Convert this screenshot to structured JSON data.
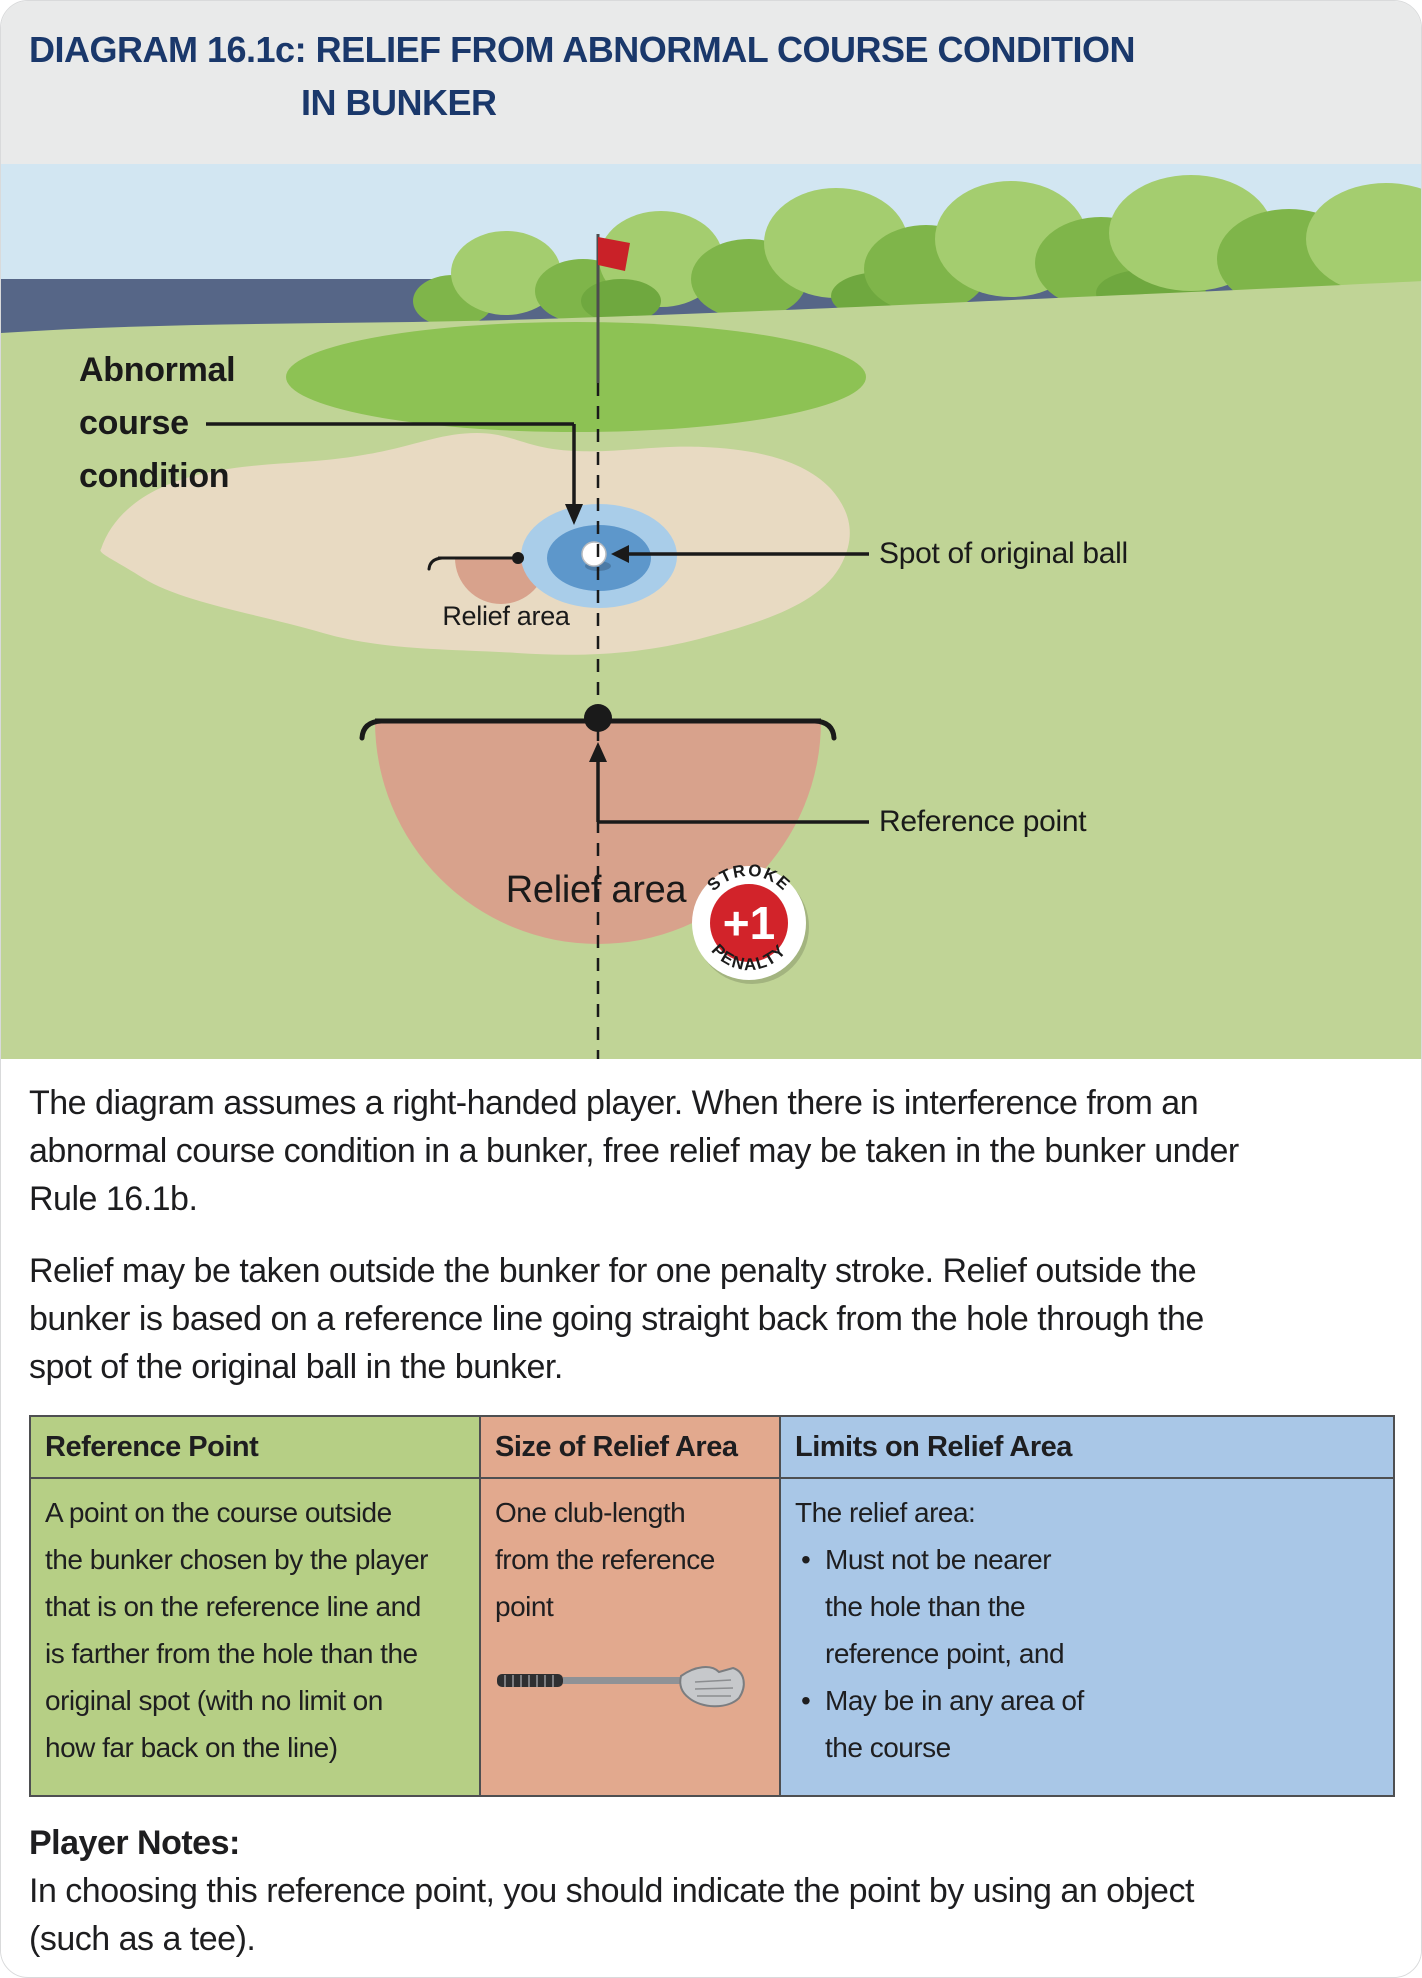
{
  "title": {
    "line1": "DIAGRAM 16.1c: RELIEF FROM ABNORMAL COURSE CONDITION",
    "line2": "IN BUNKER"
  },
  "scene": {
    "abnormal_label": "Abnormal\ncourse\ncondition",
    "spot_label": "Spot of original ball",
    "relief_area_small_label": "Relief area",
    "reference_label": "Reference point",
    "relief_area_large_label": "Relief area",
    "penalty_badge": {
      "top": "STROKE",
      "value": "+1",
      "bottom": "PENALTY"
    }
  },
  "paragraphs": {
    "p1": "The diagram assumes a right-handed player. When there is interference from an\nabnormal course condition in a bunker, free relief may be taken in the bunker under\nRule 16.1b.",
    "p2": "Relief may be taken outside the bunker for one penalty stroke. Relief outside the\nbunker is based on a reference line going straight back from the hole through the\nspot of the original ball in the bunker."
  },
  "table": {
    "columns": [
      {
        "header": "Reference Point",
        "body": "A point on the course outside\nthe bunker chosen by the player\nthat is on the reference line and\nis farther from the hole than the\noriginal spot (with no limit on\nhow far back on the line)",
        "color": "#b6cf85"
      },
      {
        "header": "Size of Relief Area",
        "body": "One club-length\nfrom the reference\npoint",
        "icon": "golf-club",
        "color": "#e2a98e"
      },
      {
        "header": "Limits on Relief Area",
        "intro": "The relief area:",
        "bullets": [
          "Must not be nearer\nthe hole than the\nreference point, and",
          "May be in any area of\nthe course"
        ],
        "color": "#a9c7e7"
      }
    ]
  },
  "player_notes": {
    "heading": "Player Notes:",
    "body": "In choosing this reference point, you should indicate the point by using an object\n(such as a tee)."
  },
  "colors": {
    "title_text": "#1a386b",
    "sky": "#d2e6f2",
    "horizon_band": "#566687",
    "tree_green_dark": "#7fb54a",
    "tree_green_light": "#a4cd6f",
    "grass": "#c0d496",
    "putting_green": "#8dc254",
    "bunker_sand": "#e8dac2",
    "relief_area": "#d8a28c",
    "condition_outer": "#a9cde9",
    "condition_inner": "#5d97cb",
    "flag_red": "#c92128",
    "penalty_red": "#d2232a",
    "table_border": "#4e4f51",
    "text": "#231f20"
  }
}
